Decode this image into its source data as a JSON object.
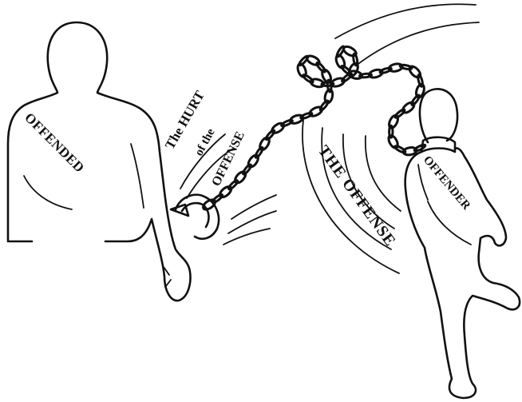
{
  "figure": {
    "labels": {
      "offended": "OFFENDED",
      "hurt_line1": "The HURT",
      "hurt_line2": "of the",
      "hurt_line3": "OFFENSE",
      "offense": "THE OFFENSE",
      "offender": "OFFENDER"
    },
    "icons": [
      "offended-figure",
      "offender-figure",
      "shackle-cuff",
      "chain",
      "neck-collar",
      "motion-lines"
    ],
    "colors": {
      "ink": "#111111",
      "paper": "#ffffff"
    }
  }
}
